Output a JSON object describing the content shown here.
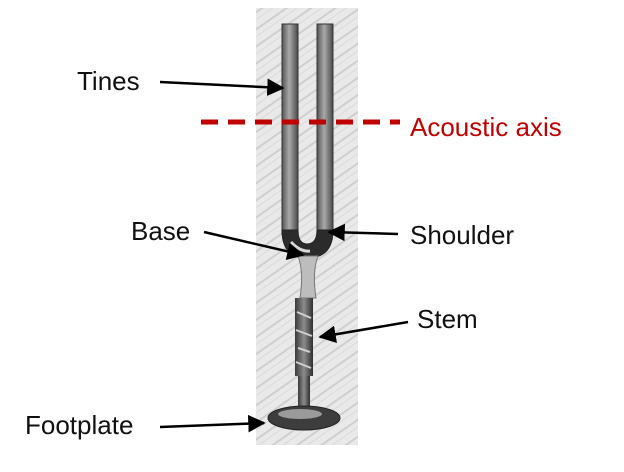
{
  "labels": {
    "tines": "Tines",
    "acoustic_axis": "Acoustic axis",
    "base": "Base",
    "shoulder": "Shoulder",
    "stem": "Stem",
    "footplate": "Footplate"
  },
  "colors": {
    "axis_line": "#c00000",
    "label_text": "#111111",
    "arrow": "#000000"
  },
  "photo": {
    "description_icon": "tuning-fork-photo"
  }
}
